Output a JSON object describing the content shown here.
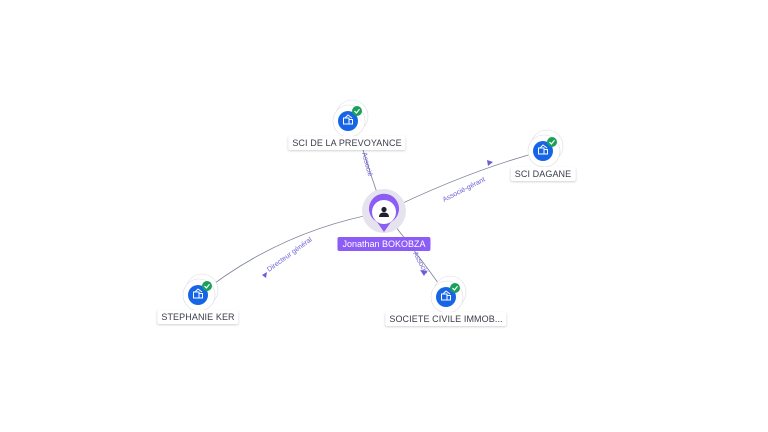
{
  "center": {
    "name": "Jonathan BOKOBZA",
    "icon": "person-icon",
    "color": "#8b5cf6"
  },
  "companies": [
    {
      "id": "prevoyance",
      "label": "SCI DE LA PREVOYANCE",
      "relation": "Associé",
      "icon": "building-icon",
      "status_icon": "check-icon"
    },
    {
      "id": "dagane",
      "label": "SCI DAGANE",
      "relation": "Associé-gérant",
      "icon": "building-icon",
      "status_icon": "check-icon"
    },
    {
      "id": "stephanie",
      "label": "STEPHANIE KER",
      "relation": "Directeur général",
      "icon": "building-icon",
      "status_icon": "check-icon"
    },
    {
      "id": "civile",
      "label": "SOCIETE CIVILE IMMOB...",
      "relation": "Associé",
      "icon": "building-icon",
      "status_icon": "check-icon"
    }
  ],
  "colors": {
    "company_icon": "#1565e6",
    "check": "#1aa05a",
    "edge": "#7a8194",
    "edge_label": "#6b5fd6",
    "person": "#8b5cf6"
  }
}
